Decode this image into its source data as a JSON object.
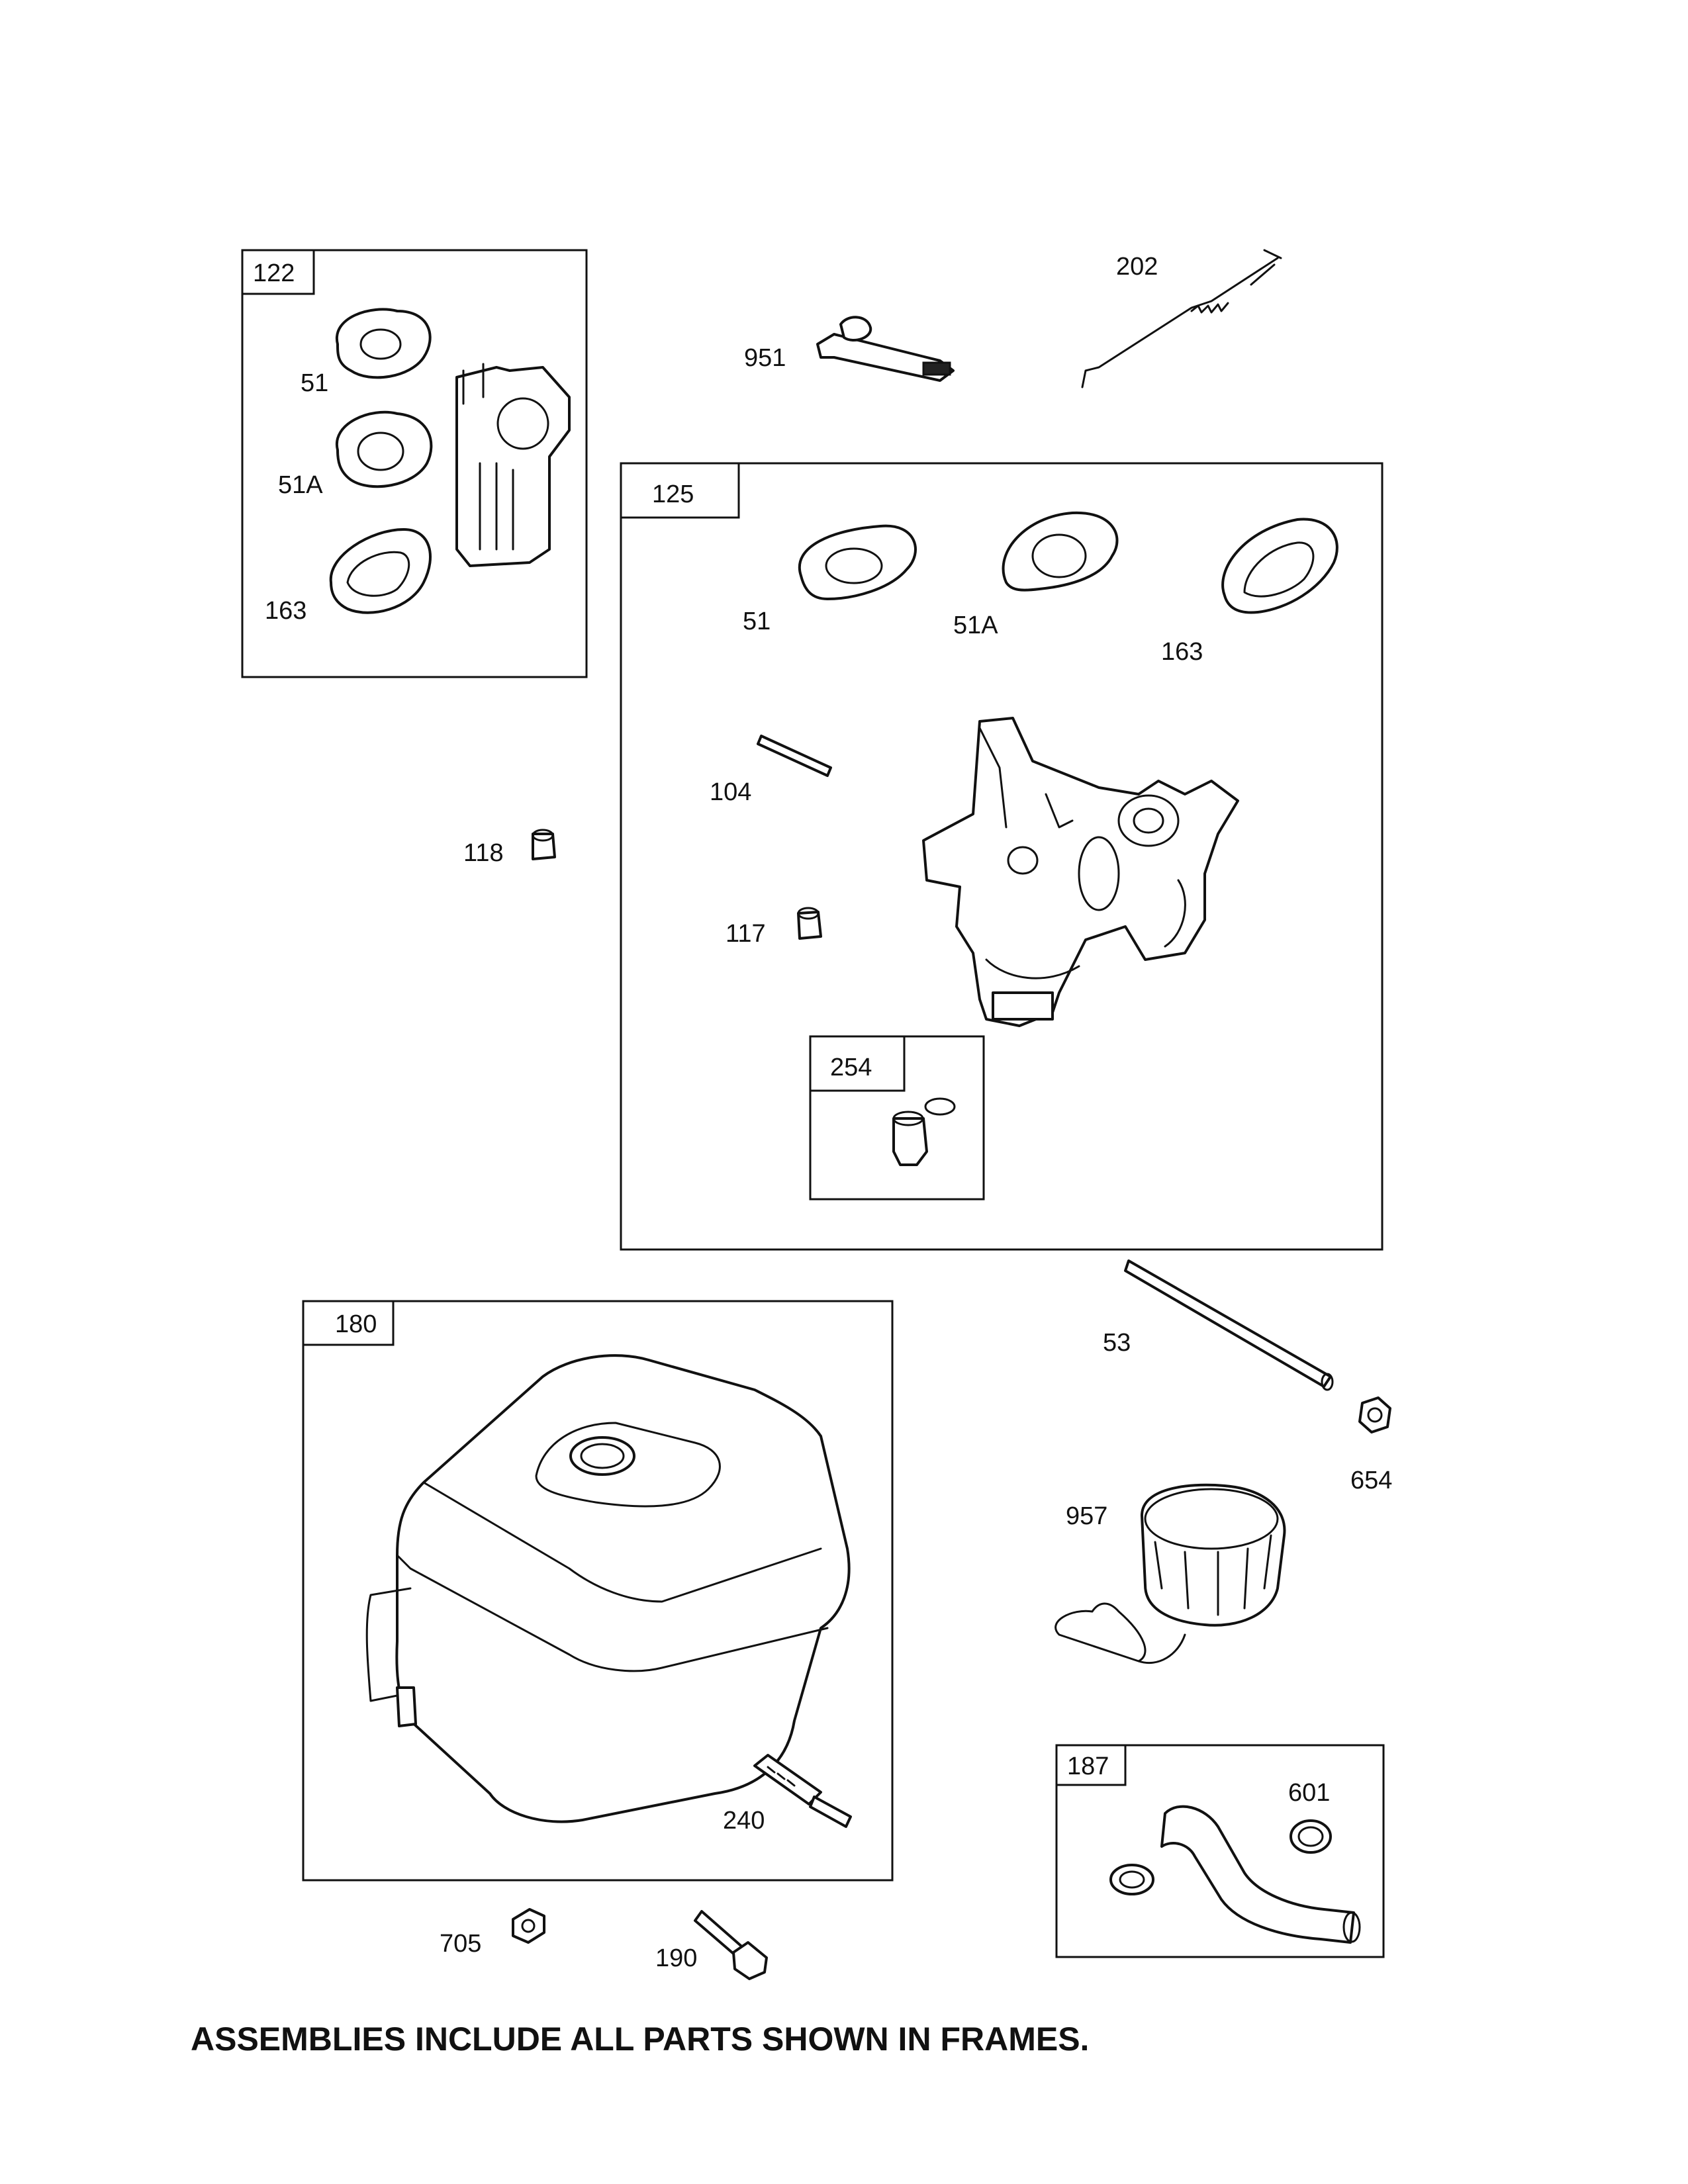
{
  "frames": {
    "f122": "122",
    "f125": "125",
    "f254": "254",
    "f180": "180",
    "f187": "187"
  },
  "parts": {
    "p122_51": "51",
    "p122_51a": "51A",
    "p122_163": "163",
    "p951": "951",
    "p202": "202",
    "p125_51": "51",
    "p125_51a": "51A",
    "p125_163": "163",
    "p104": "104",
    "p118": "118",
    "p117": "117",
    "p53": "53",
    "p654": "654",
    "p957": "957",
    "p240": "240",
    "p601": "601",
    "p705": "705",
    "p190": "190"
  },
  "footer": "ASSEMBLIES INCLUDE ALL PARTS SHOWN IN FRAMES."
}
